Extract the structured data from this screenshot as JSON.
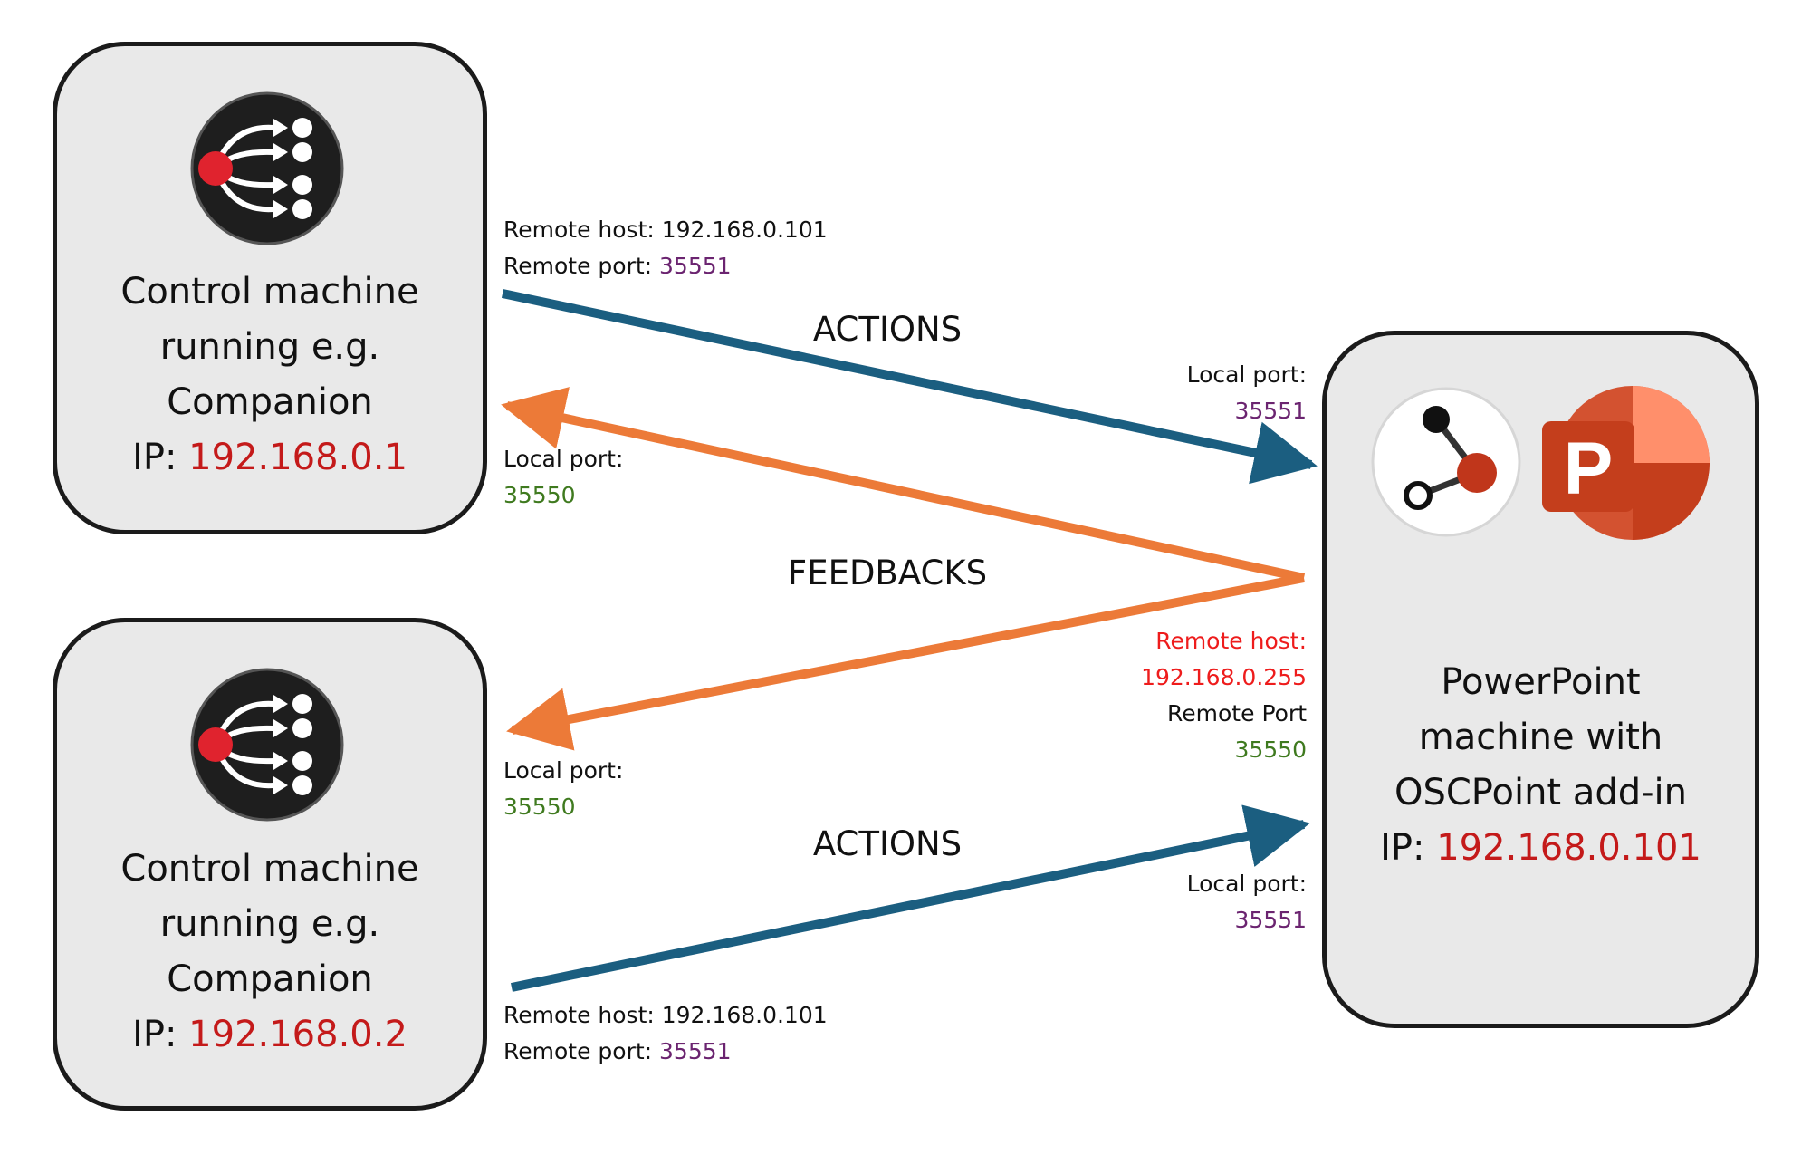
{
  "machines": {
    "control_1": {
      "line1": "Control machine",
      "line2": "running e.g.",
      "line3": "Companion",
      "ip_label": "IP: ",
      "ip": "192.168.0.1"
    },
    "control_2": {
      "line1": "Control machine",
      "line2": "running e.g.",
      "line3": "Companion",
      "ip_label": "IP: ",
      "ip": "192.168.0.2"
    },
    "powerpoint": {
      "line1": "PowerPoint",
      "line2": "machine with",
      "line3": "OSCPoint add-in",
      "ip_label": "IP: ",
      "ip": "192.168.0.101"
    }
  },
  "flows": {
    "actions_top": "ACTIONS",
    "feedbacks": "FEEDBACKS",
    "actions_bottom": "ACTIONS"
  },
  "labels": {
    "c1_remote_host_label": "Remote host: ",
    "c1_remote_host": "192.168.0.101",
    "c1_remote_port_label": "Remote port: ",
    "c1_remote_port": "35551",
    "c1_local_port_label": "Local port:",
    "c1_local_port": "35550",
    "c2_local_port_label": "Local port:",
    "c2_local_port": "35550",
    "c2_remote_host_label": "Remote host: ",
    "c2_remote_host": "192.168.0.101",
    "c2_remote_port_label": "Remote port: ",
    "c2_remote_port": "35551",
    "pp_local_port_top_label": "Local port:",
    "pp_local_port_top": "35551",
    "pp_remote_host_label": "Remote host:",
    "pp_remote_host": "192.168.0.255",
    "pp_remote_port_label": "Remote Port",
    "pp_remote_port": "35550",
    "pp_local_port_bottom_label": "Local port:",
    "pp_local_port_bottom": "35551"
  },
  "icons": {
    "companion": "companion-logo-icon",
    "oscpoint": "oscpoint-logo-icon",
    "powerpoint": "powerpoint-logo-icon",
    "powerpoint_letter": "P"
  },
  "colors": {
    "actions_arrow": "#1b5e80",
    "feedbacks_arrow": "#ec7a38",
    "ip": "#c41a1a",
    "port_purple": "#6b2470",
    "port_green": "#3f7a1f",
    "broadcast_red": "#ee1c1c"
  }
}
